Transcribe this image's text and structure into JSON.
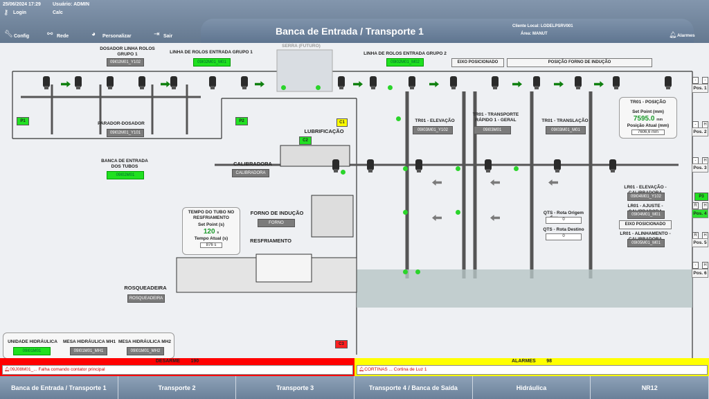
{
  "header": {
    "datetime": "25/06/2024 17:29",
    "user": "Usuário: ADMIN",
    "login": "Login",
    "calc": "Calc",
    "config": "Config",
    "rede": "Rede",
    "personalizar": "Personalizar",
    "sair": "Sair",
    "title": "Banca de Entrada  /  Transporte 1",
    "cliente_local": "Cliente Local: LODELPSRV001",
    "area": "Área: MANUT",
    "alarmes": "Alarmes"
  },
  "labels": {
    "dosador": "DOSADOR LINHA ROLOS GRUPO 1",
    "linha1": "LINHA DE ROLOS ENTRADA GRUPO 1",
    "serra": "SERRA (FUTURO)",
    "linha2": "LINHA DE ROLOS ENTRADA GRUPO 2",
    "parador": "PARADOR-DOSADOR",
    "banca": "BANCA DE ENTRADA DOS TUBOS",
    "lubrificacao": "LUBRIFICAÇÃO",
    "calibradora": "CALIBRADORA",
    "forno": "FORNO DE INDUÇÃO",
    "resfriamento": "RESFRIAMENTO",
    "rosqueadeira": "ROSQUEADEIRA",
    "tr01_elev": "TR01 - ELEVAÇÃO",
    "tr01_transp": "TR01 - TRANSPORTE RÁPIDO 1 - GERAL",
    "tr01_transl": "TR01 - TRANSLAÇÃO",
    "lr01_elev": "LR01 - ELEVAÇÃO - CALIBRADORA",
    "lr01_ajuste": "LR01 - AJUSTE - CALIBRADORA",
    "lr01_alinh": "LR01 - ALINHAMENTO - CALIBRADORA",
    "qts_origem": "QTS - Rota Origem",
    "qts_destino": "QTS - Rota Destino",
    "un_hidr": "UNIDADE HIDRÁULICA",
    "mesa_mh1": "MESA HIDRÁULICA MH1",
    "mesa_mh2": "MESA HIDRÁULICA MH2"
  },
  "tags": {
    "dosador": "09I02M01_Y102",
    "linha1": "09I02M01_M01",
    "linha2": "09I02M01_M02",
    "parador": "09I02M01_Y101",
    "banca": "09I02M01",
    "calibradora": "CALIBRADORA",
    "forno": "FORNO",
    "rosqueadeira": "ROSQUEADEIRA",
    "tr01_elev": "09I03M01_Y102",
    "tr01_transp": "09I03M01",
    "tr01_transl": "09I03M01_M01",
    "lr01_elev": "09I04M01_Y102",
    "lr01_ajuste": "09I04M01_M01",
    "lr01_alinh": "09I05M01_M01",
    "un_hidr": "09I01M01",
    "mesa_mh1": "09I01M01_MH1",
    "mesa_mh2": "09I01M01_MH2"
  },
  "flags": {
    "p1": "P1",
    "p2": "P2",
    "p3": "P3",
    "c1": "C1",
    "c2": "C2",
    "c3": "C3"
  },
  "buttons": {
    "eixo_pos1": "EIXO POSICIONADO",
    "pos_forno": "POSIÇÃO FORNO DE INDUÇÃO",
    "eixo_pos2": "EIXO POSICIONADO"
  },
  "tr01_posicao": {
    "title": "TR01 - POSIÇÃO",
    "sp_label": "Set Point (mm)",
    "sp_value": "7595.0",
    "sp_unit": "mm",
    "pa_label": "Posição Atual (mm)",
    "pa_value": "7606,6 mm"
  },
  "resfriamento_panel": {
    "title": "TEMPO DO TUBO NO RESFRIAMENTO",
    "sp_label": "Set Point (s)",
    "sp_value": "120",
    "sp_unit": "s",
    "ta_label": "Tempo Atual (s)",
    "ta_value": "876 s"
  },
  "qts": {
    "origem": "0",
    "destino": "0"
  },
  "side": {
    "pos1": "Pos. 1",
    "pos2": "Pos. 2",
    "pos3": "Pos. 3",
    "pos4": "Pos. 4",
    "pos5": "Pos. 5",
    "pos6": "Pos. 6",
    "h": "H",
    "r": "R",
    "dash": "-"
  },
  "desarme": {
    "label": "DESARME",
    "count": "190",
    "msg": "09J08M01_... Falha comando contator principal"
  },
  "alarmes": {
    "label": "ALARMES",
    "count": "98",
    "msg": "CORTINAS ... Cortina de Luz 1"
  },
  "nav": [
    "Banca de Entrada  /  Transporte 1",
    "Transporte 2",
    "Transporte 3",
    "Transporte 4  /  Banca de Saída",
    "Hidráulica",
    "NR12"
  ],
  "colors": {
    "accent_green": "#20e020",
    "alarm_red": "#ff0000",
    "alarm_yellow": "#ffff00",
    "header": "#6f839b"
  }
}
